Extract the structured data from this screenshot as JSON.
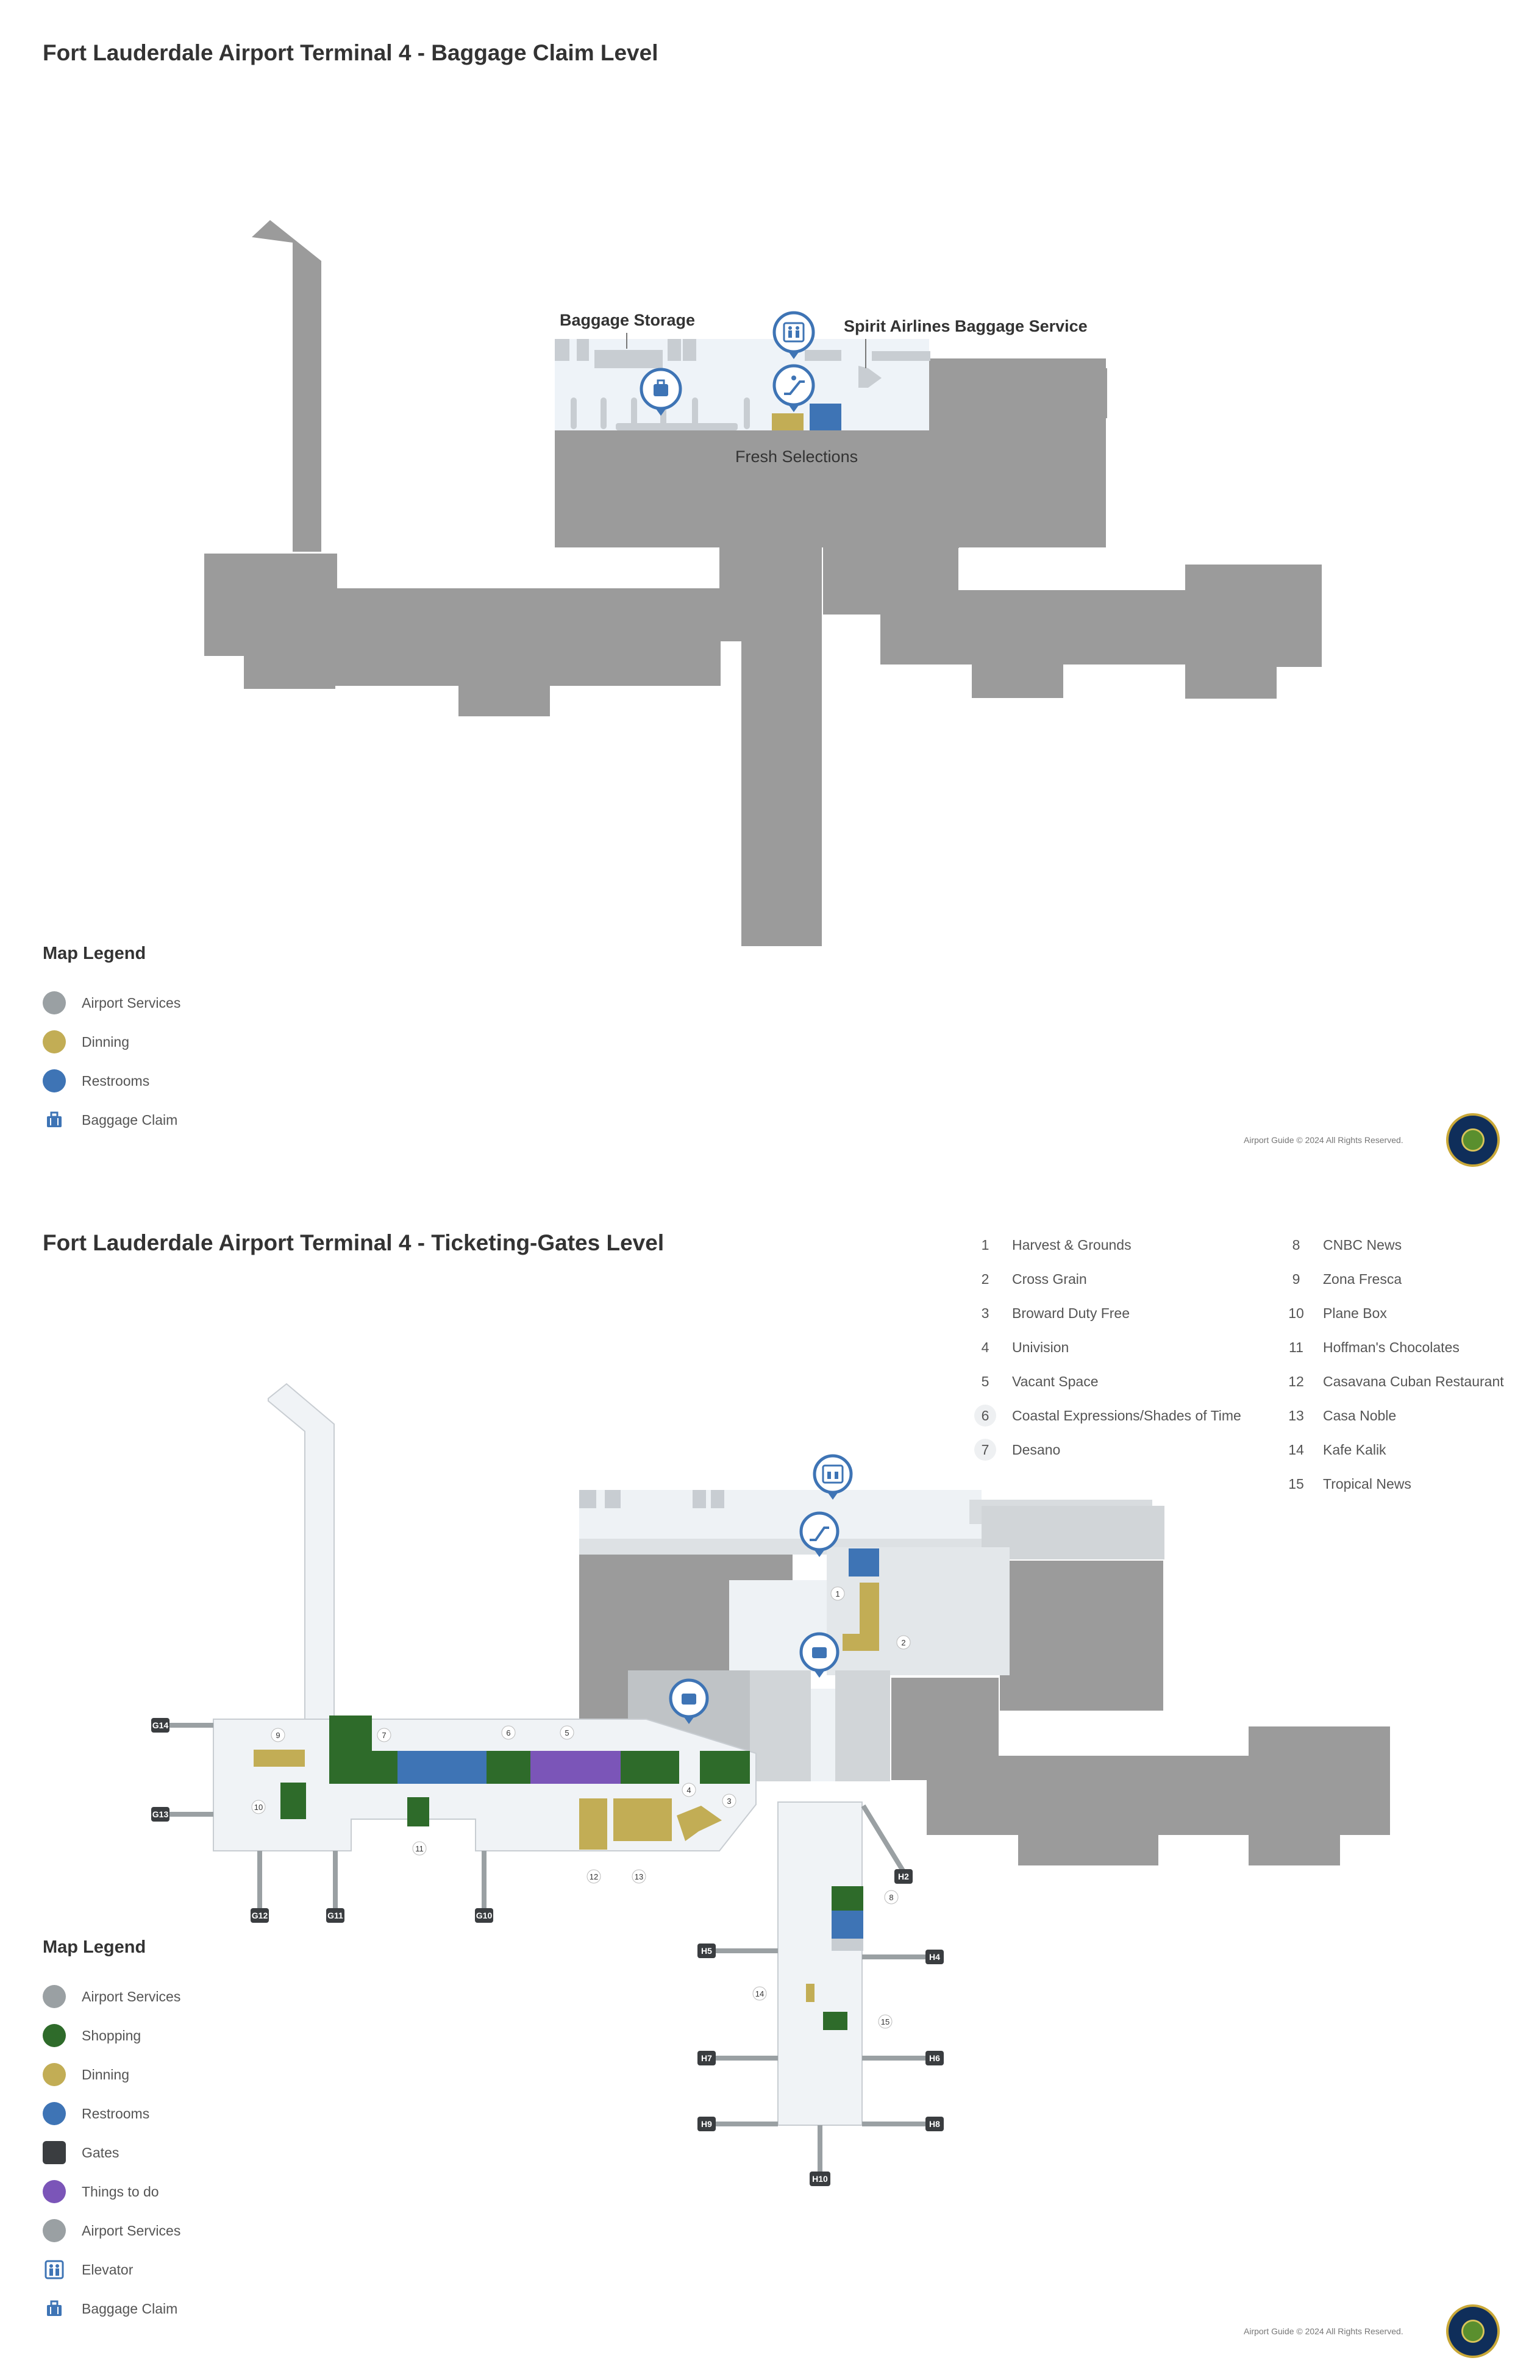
{
  "top_map": {
    "title": "Fort Lauderdale Airport Terminal 4 - Baggage Claim Level",
    "labels": {
      "baggage_storage": "Baggage Storage",
      "spirit_service": "Spirit Airlines Baggage Service",
      "fresh_selections": "Fresh Selections"
    },
    "legend": {
      "title": "Map Legend",
      "items": [
        {
          "label": "Airport Services",
          "color": "#9aa0a3",
          "icon": "circle"
        },
        {
          "label": "Dinning",
          "color": "#c2ad55",
          "icon": "circle"
        },
        {
          "label": "Restrooms",
          "color": "#3e74b5",
          "icon": "circle"
        },
        {
          "label": "Baggage Claim",
          "color": "#3e74b5",
          "icon": "baggage-claim-icon"
        }
      ]
    },
    "copyright": "Airport Guide © 2024 All Rights Reserved."
  },
  "bottom_map": {
    "title": "Fort Lauderdale Airport Terminal 4 - Ticketing-Gates Level",
    "directory_left": [
      {
        "num": "1",
        "name": "Harvest & Grounds"
      },
      {
        "num": "2",
        "name": "Cross Grain"
      },
      {
        "num": "3",
        "name": "Broward Duty Free"
      },
      {
        "num": "4",
        "name": "Univision"
      },
      {
        "num": "5",
        "name": "Vacant Space"
      },
      {
        "num": "6",
        "name": "Coastal Expressions/Shades of Time"
      },
      {
        "num": "7",
        "name": "Desano"
      }
    ],
    "directory_right": [
      {
        "num": "8",
        "name": "CNBC News"
      },
      {
        "num": "9",
        "name": "Zona Fresca"
      },
      {
        "num": "10",
        "name": "Plane Box"
      },
      {
        "num": "11",
        "name": "Hoffman's Chocolates"
      },
      {
        "num": "12",
        "name": "Casavana Cuban Restaurant"
      },
      {
        "num": "13",
        "name": "Casa Noble"
      },
      {
        "num": "14",
        "name": "Kafe Kalik"
      },
      {
        "num": "15",
        "name": "Tropical News"
      }
    ],
    "gates": [
      "G14",
      "G13",
      "G12",
      "G11",
      "G10",
      "H2",
      "H4",
      "H5",
      "H6",
      "H7",
      "H8",
      "H9",
      "H10"
    ],
    "map_numbers": [
      "1",
      "2",
      "3",
      "4",
      "5",
      "6",
      "7",
      "8",
      "9",
      "10",
      "11",
      "12",
      "13",
      "14",
      "15"
    ],
    "legend": {
      "title": "Map Legend",
      "items": [
        {
          "label": "Airport Services",
          "color": "#9aa0a3",
          "icon": "circle"
        },
        {
          "label": "Shopping",
          "color": "#2e6b2a",
          "icon": "circle"
        },
        {
          "label": "Dinning",
          "color": "#c2ad55",
          "icon": "circle"
        },
        {
          "label": "Restrooms",
          "color": "#3e74b5",
          "icon": "circle"
        },
        {
          "label": "Gates",
          "color": "#3a3d40",
          "icon": "square"
        },
        {
          "label": "Things to do",
          "color": "#7b55b8",
          "icon": "circle"
        },
        {
          "label": "Airport Services",
          "color": "#9aa0a3",
          "icon": "circle"
        },
        {
          "label": "Elevator",
          "color": "#3e74b5",
          "icon": "elevator-icon"
        },
        {
          "label": "Baggage Claim",
          "color": "#3e74b5",
          "icon": "baggage-claim-icon"
        }
      ]
    },
    "copyright": "Airport Guide © 2024 All Rights Reserved."
  }
}
